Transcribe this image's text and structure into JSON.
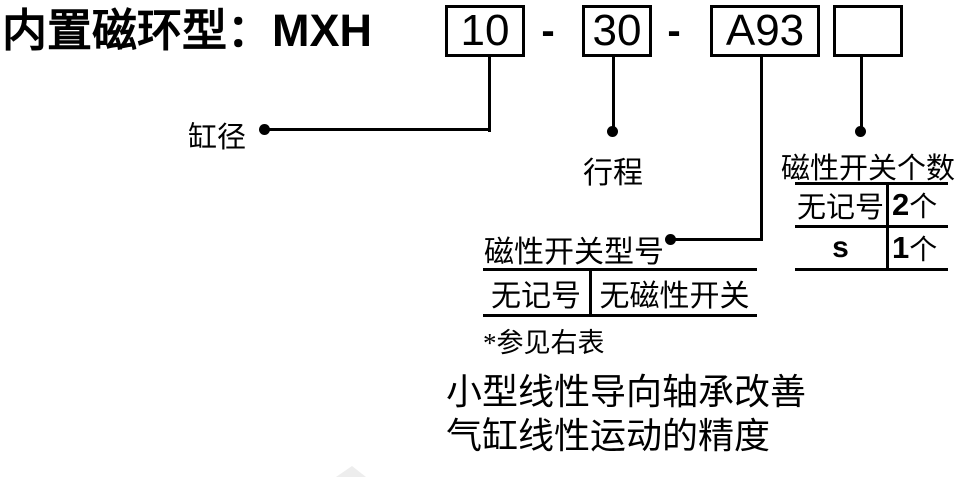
{
  "colors": {
    "ink": "#000000",
    "background": "#ffffff",
    "watermark": "#ededed"
  },
  "header": {
    "title": "内置磁环型：MXH"
  },
  "model_code": {
    "separator": "-",
    "boxes": [
      "10",
      "30",
      "A93",
      ""
    ]
  },
  "callouts": {
    "bore_label": "缸径",
    "stroke_label": "行程",
    "switch_model_label": "磁性开关型号",
    "switch_count_label": "磁性开关个数"
  },
  "switch_count_table": {
    "rows": [
      {
        "code": "无记号",
        "qty": "2",
        "unit": "个"
      },
      {
        "code": "s",
        "qty": "1",
        "unit": "个"
      }
    ]
  },
  "switch_model_table": {
    "rows": [
      {
        "code": "无记号",
        "desc": "无磁性开关"
      }
    ],
    "footnote": "*参见右表"
  },
  "description": {
    "line1": "小型线性导向轴承改善",
    "line2": "气缸线性运动的精度"
  }
}
